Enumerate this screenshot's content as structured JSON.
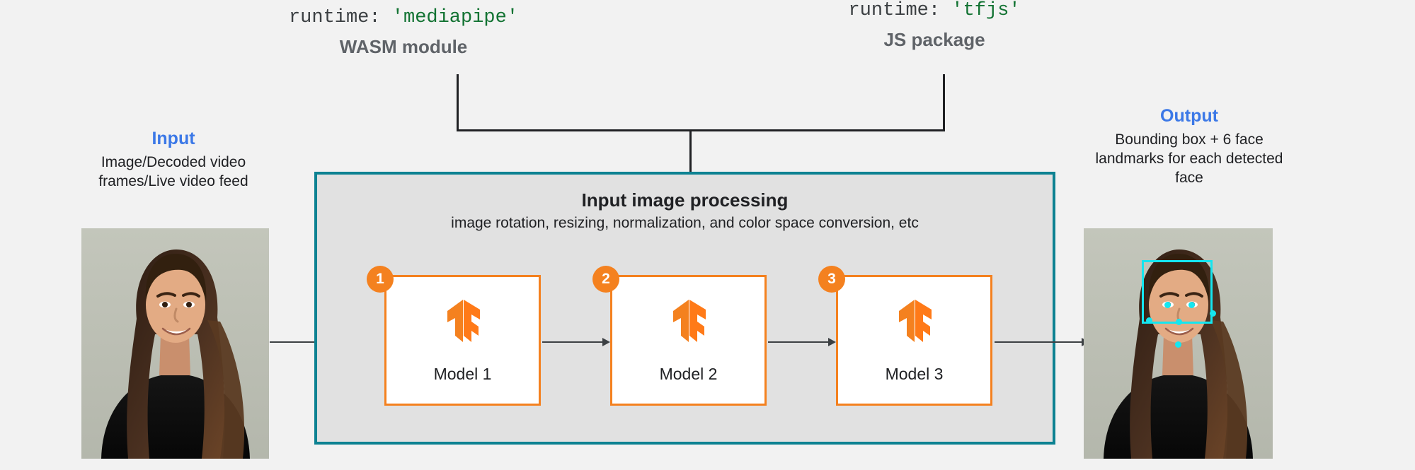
{
  "diagram": {
    "background_color": "#f2f2f2",
    "accent_blue": "#3b78e7",
    "accent_orange": "#f4811f",
    "accent_teal": "#0d8292",
    "accent_cyan": "#15e6f0",
    "code_string_green": "#137333"
  },
  "runtime_labels": [
    {
      "code_prefix": "runtime: ",
      "code_value": "'mediapipe'",
      "subtitle": "WASM module"
    },
    {
      "code_prefix": "runtime: ",
      "code_value": "'tfjs'",
      "subtitle": "JS package"
    }
  ],
  "input": {
    "title": "Input",
    "description": "Image/Decoded video frames/Live video feed",
    "image_alt": "Photo of a smiling woman with long dark hair wearing a black top"
  },
  "output": {
    "title": "Output",
    "description": "Bounding box + 6 face landmarks for each detected face",
    "image_alt": "Same photo with a cyan bounding box and six cyan facial landmark dots"
  },
  "panel": {
    "title": "Input image processing",
    "subtitle": "image rotation, resizing, normalization, and color space conversion, etc"
  },
  "models": [
    {
      "step": "1",
      "label": "Model 1",
      "logo": "tensorflow-logo"
    },
    {
      "step": "2",
      "label": "Model 2",
      "logo": "tensorflow-logo"
    },
    {
      "step": "3",
      "label": "Model 3",
      "logo": "tensorflow-logo"
    }
  ]
}
